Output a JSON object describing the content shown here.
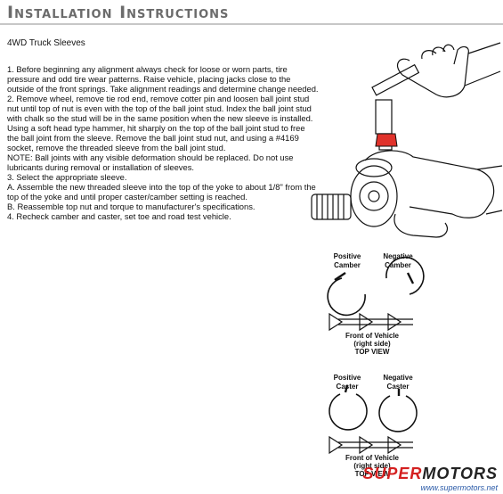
{
  "page": {
    "title": "Installation Instructions",
    "subtitle": "4WD Truck Sleeves"
  },
  "instructions": [
    "1. Before beginning any alignment always check for loose or worn parts, tire pressure and odd tire wear patterns. Raise vehicle, placing jacks close to the outside of the front springs. Take alignment readings and determine change needed.",
    "2. Remove wheel, remove tie rod end, remove cotter pin and loosen ball joint stud nut until top of nut is even with the top of the ball joint stud. Index the ball joint stud with chalk so the stud will be in the same position when the new sleeve is installed. Using a soft head type hammer, hit sharply on the top of the ball joint stud to free the ball joint from the sleeve. Remove the ball joint stud nut, and using a #4169 socket, remove the threaded sleeve from the ball joint stud.",
    "NOTE: Ball joints with any visible deformation should be replaced. Do not use lubricants during removal or installation of sleeves.",
    "3. Select the appropriate sleeve.",
    "A. Assemble the new threaded sleeve into the top of the yoke to about 1/8\" from the top of the yoke and until proper caster/camber setting is reached.",
    "B. Reassemble top nut and torque to manufacturer's specifications.",
    "4. Recheck camber and caster, set toe and road test vehicle."
  ],
  "diagram": {
    "camber": {
      "positive_label_1": "Positive",
      "positive_label_2": "Camber",
      "negative_label_1": "Negative",
      "negative_label_2": "Camber",
      "caption_1": "Front of Vehicle",
      "caption_2": "(right side)",
      "caption_3": "TOP VIEW"
    },
    "caster": {
      "positive_label_1": "Positive",
      "positive_label_2": "Caster",
      "negative_label_1": "Negative",
      "negative_label_2": "Caster",
      "caption_1": "Front of Vehicle",
      "caption_2": "(right side)",
      "caption_3": "TOP VIEW"
    }
  },
  "watermark": {
    "logo_part1": "SUPER",
    "logo_part2": "MOTORS",
    "url": "www.supermotors.net",
    "color_red": "#d42020",
    "color_dark": "#222222"
  }
}
